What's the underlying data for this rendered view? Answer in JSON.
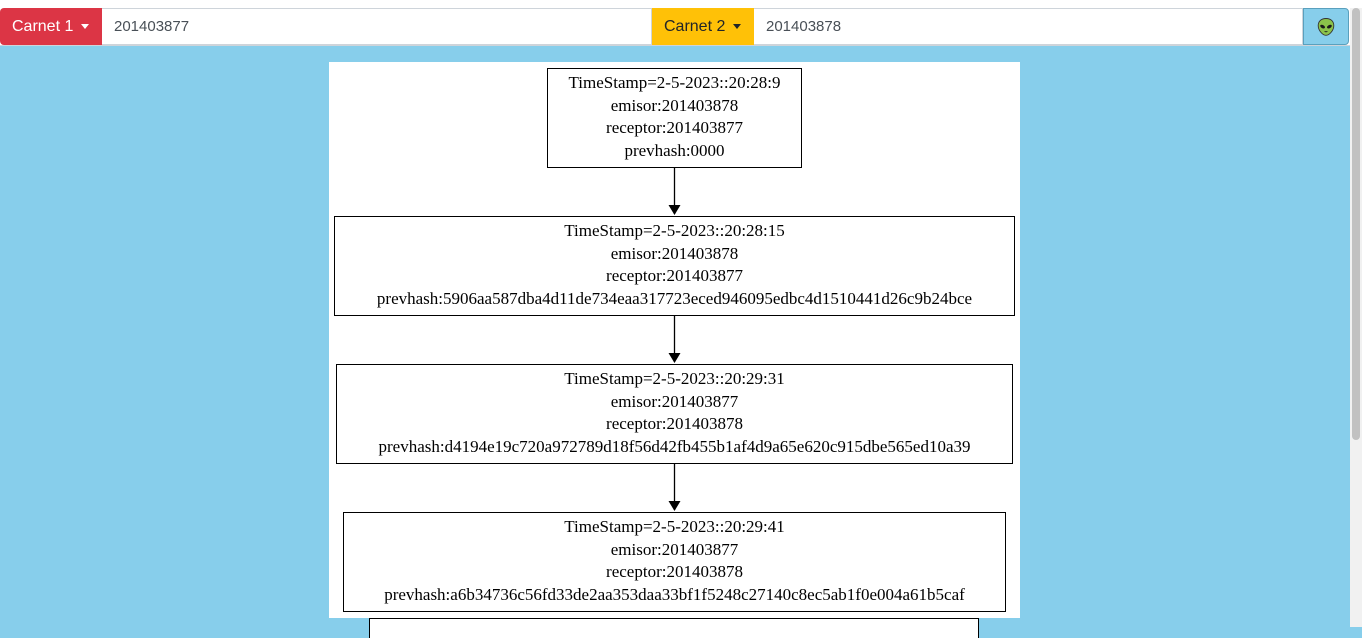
{
  "toolbar": {
    "carnet1": {
      "label": "Carnet 1",
      "value": "201403877",
      "color": "#dc3545"
    },
    "carnet2": {
      "label": "Carnet 2",
      "value": "201403878",
      "color": "#ffc107"
    },
    "action_icon": "alien-icon"
  },
  "blocks": [
    {
      "timestamp": "TimeStamp=2-5-2023::20:28:9",
      "emisor": "emisor:201403878",
      "receptor": "receptor:201403877",
      "prevhash": "prevhash:0000"
    },
    {
      "timestamp": "TimeStamp=2-5-2023::20:28:15",
      "emisor": "emisor:201403878",
      "receptor": "receptor:201403877",
      "prevhash": "prevhash:5906aa587dba4d11de734eaa317723eced946095edbc4d1510441d26c9b24bce"
    },
    {
      "timestamp": "TimeStamp=2-5-2023::20:29:31",
      "emisor": "emisor:201403877",
      "receptor": "receptor:201403878",
      "prevhash": "prevhash:d4194e19c720a972789d18f56d42fb455b1af4d9a65e620c915dbe565ed10a39"
    },
    {
      "timestamp": "TimeStamp=2-5-2023::20:29:41",
      "emisor": "emisor:201403877",
      "receptor": "receptor:201403878",
      "prevhash": "prevhash:a6b34736c56fd33de2aa353daa33bf1f5248c27140c8ec5ab1f0e004a61b5caf"
    }
  ]
}
